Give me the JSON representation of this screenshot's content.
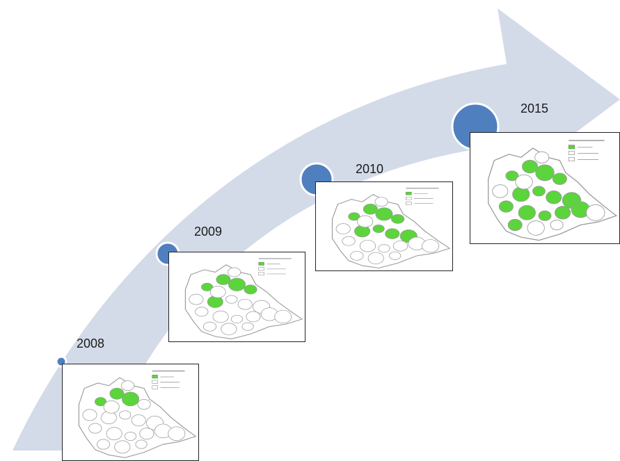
{
  "timeline": {
    "colors": {
      "arrow": "#d3dbe9",
      "marker": "#4f7fbf",
      "marker_ring": "#ffffff",
      "map_fill_green": "#5cd43c",
      "map_fill_white": "#ffffff",
      "map_outline": "#9a9a9a"
    },
    "milestones": [
      {
        "year": "2008",
        "coverage_level": 0.14
      },
      {
        "year": "2009",
        "coverage_level": 0.26
      },
      {
        "year": "2010",
        "coverage_level": 0.38
      },
      {
        "year": "2015",
        "coverage_level": 0.72
      }
    ]
  }
}
